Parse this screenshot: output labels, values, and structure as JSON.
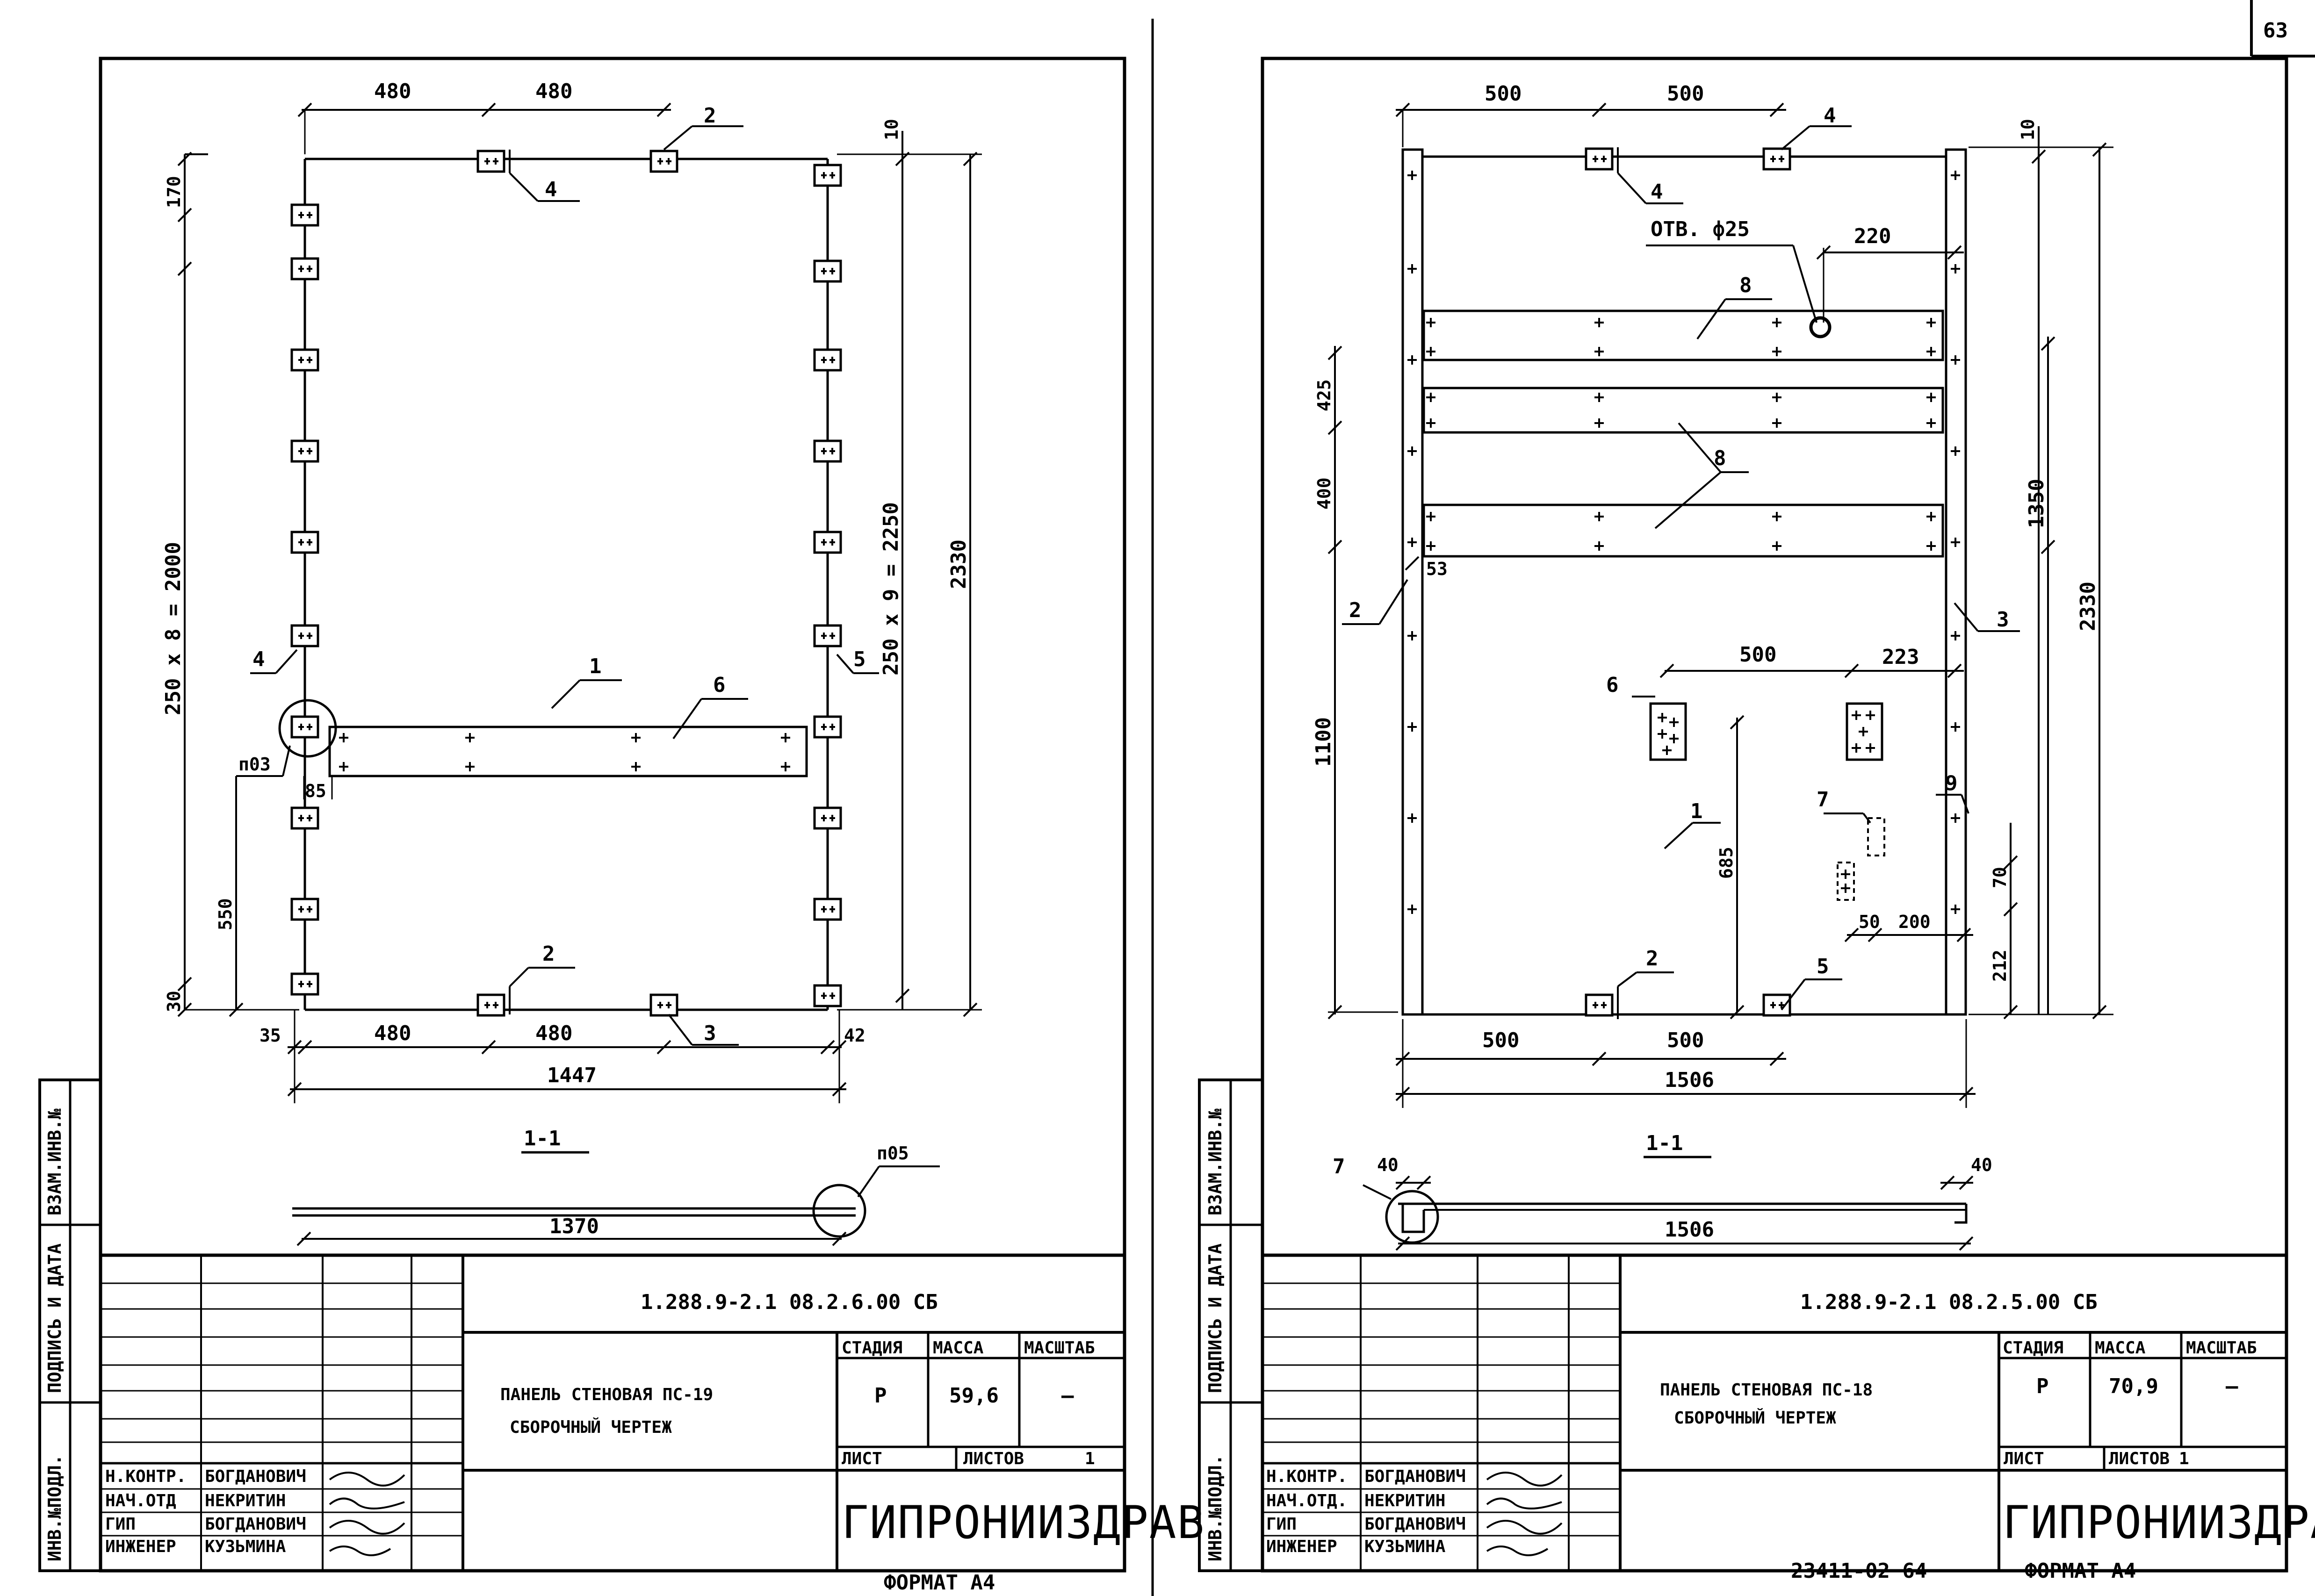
{
  "page_number": "63",
  "left_sheet": {
    "dims_top": [
      "480",
      "480"
    ],
    "dims_bottom": [
      "35",
      "480",
      "480",
      "42"
    ],
    "total_width": "1447",
    "dim_170": "170",
    "dim_10": "10",
    "dim_250x8": "250 x 8 = 2000",
    "dim_250x9": "250 x 9 = 2250",
    "dim_2330": "2330",
    "dim_550": "550",
    "dim_30": "30",
    "dim_85": "85",
    "pos": {
      "p1": "1",
      "p2a": "2",
      "p2b": "2",
      "p3": "3",
      "p4a": "4",
      "p4b": "4",
      "p5": "5",
      "p6": "6"
    },
    "callout_p03": "п03",
    "callout_p05": "п05",
    "section_label": "1-1",
    "section_width": "1370",
    "title_block": {
      "code": "1.288.9-2.1   08.2.6.00 СБ",
      "title_line1": "ПАНЕЛЬ СТЕНОВАЯ ПС-19",
      "title_line2": "СБОРОЧНЫЙ ЧЕРТЕЖ",
      "stage_header": "СТАДИЯ",
      "mass_header": "МАССА",
      "scale_header": "МАСШТАБ",
      "stage": "Р",
      "mass": "59,6",
      "scale": "—",
      "sheet_label": "ЛИСТ",
      "sheets_label": "ЛИСТОВ",
      "sheets_count": "1",
      "org": "ГИПРОНИИЗДРАВ",
      "roles": [
        "Н.КОНТР.",
        "НАЧ.ОТД",
        "ГИП",
        "ИНЖЕНЕР"
      ],
      "names": [
        "БОГДАНОВИЧ",
        "НЕКРИТИН",
        "БОГДАНОВИЧ",
        "КУЗЬМИНА"
      ]
    },
    "side_labels": [
      "ВЗАМ.ИНВ.№",
      "ПОДПИСЬ И ДАТА",
      "ИНВ.№ПОДЛ."
    ],
    "format": "ФОРМАТ А4"
  },
  "right_sheet": {
    "dims_top": [
      "500",
      "500"
    ],
    "dims_bottom": [
      "500",
      "500"
    ],
    "total_width": "1506",
    "hole_label": "ОТВ. ф25",
    "dim_220": "220",
    "dim_10": "10",
    "dim_425": "425",
    "dim_400": "400",
    "dim_53": "53",
    "dim_1100": "1100",
    "dim_1350": "1350",
    "dim_2330": "2330",
    "dim_500_mid": "500",
    "dim_223": "223",
    "dim_685": "685",
    "dim_70": "70",
    "dim_50": "50",
    "dim_200": "200",
    "dim_212": "212",
    "pos": {
      "p1": "1",
      "p2a": "2",
      "p2b": "2",
      "p3": "3",
      "p4a": "4",
      "p4b": "4",
      "p5": "5",
      "p6": "6",
      "p7": "7",
      "p8a": "8",
      "p8b": "8",
      "p9": "9"
    },
    "section_label": "1-1",
    "section_pos": "7",
    "section_40a": "40",
    "section_40b": "40",
    "section_width": "1506",
    "title_block": {
      "code": "1.288.9-2.1   08.2.5.00 СБ",
      "title_line1": "ПАНЕЛЬ СТЕНОВАЯ ПС-18",
      "title_line2": "СБОРОЧНЫЙ ЧЕРТЕЖ",
      "stage_header": "СТАДИЯ",
      "mass_header": "МАССА",
      "scale_header": "МАСШТАБ",
      "stage": "Р",
      "mass": "70,9",
      "scale": "—",
      "sheet_label": "ЛИСТ",
      "sheets_label": "ЛИСТОВ",
      "sheets_count": "1",
      "org": "ГИПРОНИИЗДРАВ",
      "roles": [
        "Н.КОНТР.",
        "НАЧ.ОТД.",
        "ГИП",
        "ИНЖЕНЕР"
      ],
      "names": [
        "БОГДАНОВИЧ",
        "НЕКРИТИН",
        "БОГДАНОВИЧ",
        "КУЗЬМИНА"
      ]
    },
    "side_labels": [
      "ВЗАМ.ИНВ.№",
      "ПОДПИСЬ И ДАТА",
      "ИНВ.№ПОДЛ."
    ],
    "format": "ФОРМАТ А4",
    "archive_number": "23411-02  64"
  }
}
